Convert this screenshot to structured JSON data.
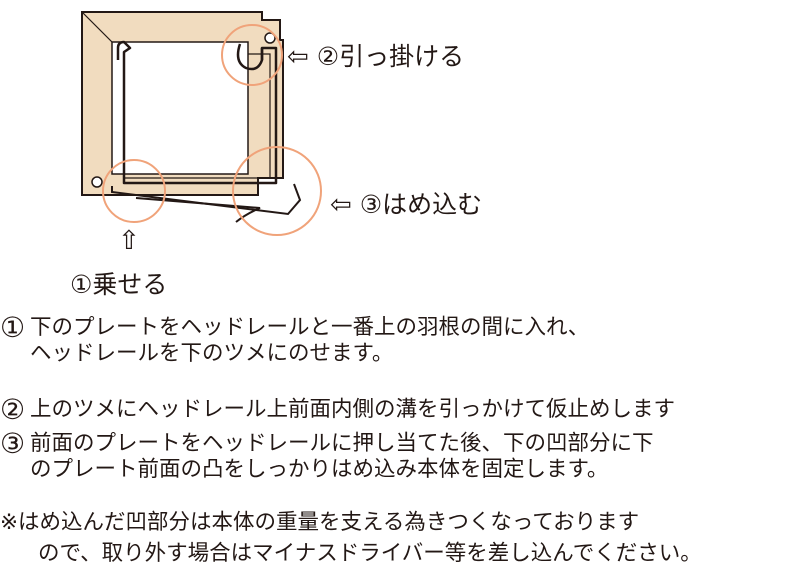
{
  "labels": {
    "hook": "②引っ掛ける",
    "fit_in": "③はめ込む",
    "place_on": "①乗せる"
  },
  "arrows": {
    "left": "⇦",
    "up": "⇧"
  },
  "steps": [
    {
      "num": "①",
      "line1": "下のプレートをヘッドレールと一番上の羽根の間に入れ、",
      "line2": "ヘッドレールを下のツメにのせます。"
    },
    {
      "num": "②",
      "line1": "上のツメにヘッドレール上前面内側の溝を引っかけて仮止めします",
      "line2": ""
    },
    {
      "num": "③",
      "line1": "前面のプレートをヘッドレールに押し当てた後、下の凹部分に下",
      "line2": "のプレート前面の凸をしっかりはめ込み本体を固定します。"
    }
  ],
  "note": {
    "line1": "※はめ込んだ凹部分は本体の重量を支える為きつくなっております",
    "line2": "ので、取り外す場合はマイナスドライバー等を差し込んでください。"
  },
  "colors": {
    "bracket_fill": "#f1dcbf",
    "line": "#231815",
    "highlight_circle": "#f0a37a"
  }
}
